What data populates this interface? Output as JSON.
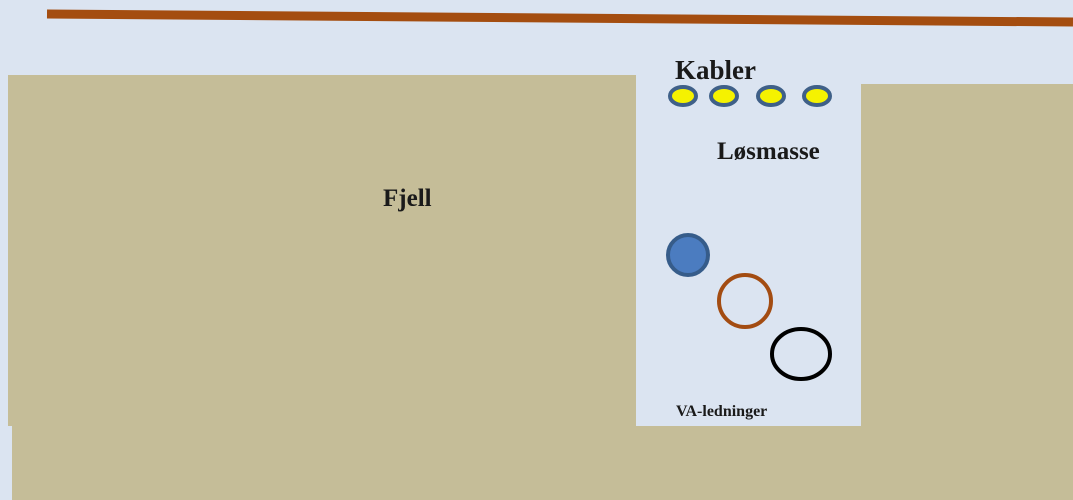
{
  "labels": {
    "fjell": "Fjell",
    "losmasse": "Løsmasse",
    "kabler": "Kabler",
    "va_ledninger": "VA-ledninger"
  },
  "colors": {
    "background": "#dbe4f1",
    "ground": "#c5bd98",
    "top_line": "#a44d10",
    "cable_fill": "#f5f200",
    "cable_stroke": "#3f6088",
    "pipe_blue_fill": "#4b7cc0",
    "pipe_blue_stroke": "#365c8a",
    "pipe_brown": "#a34c12",
    "pipe_black": "#000000"
  },
  "cables": {
    "count": 4
  }
}
